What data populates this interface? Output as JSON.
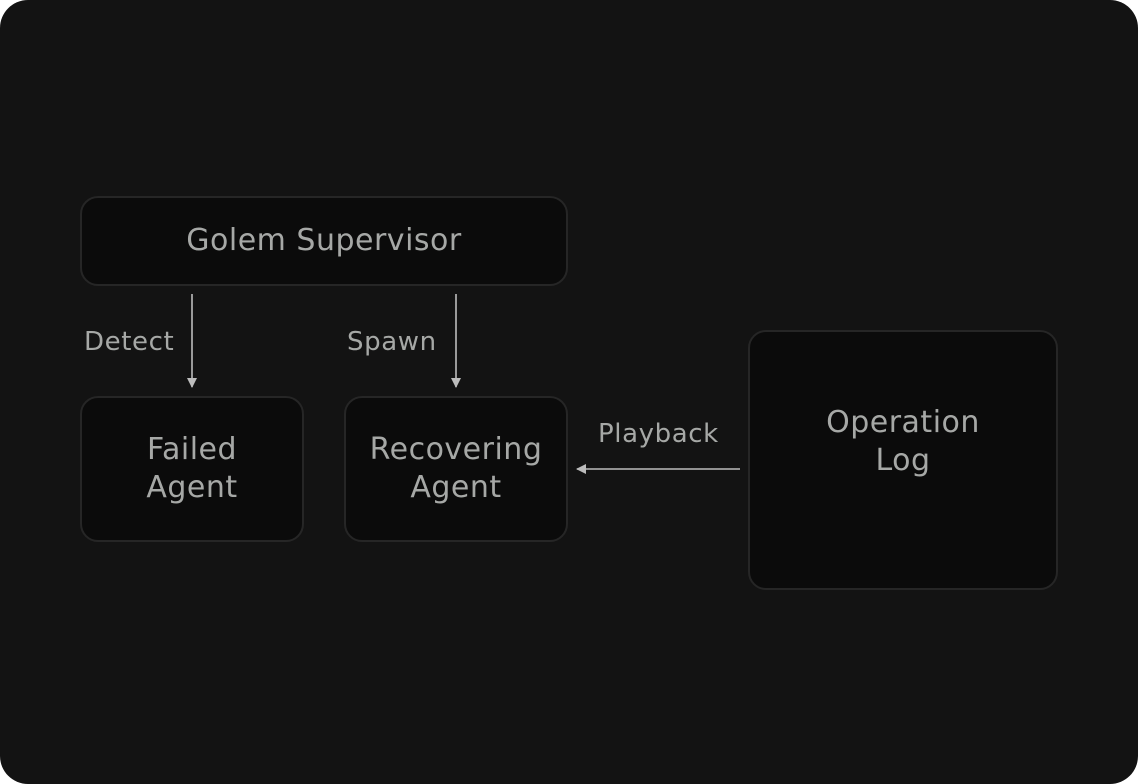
{
  "nodes": {
    "supervisor": "Golem Supervisor",
    "failed_agent": "Failed\nAgent",
    "recovering_agent": "Recovering\nAgent",
    "operation_log": "Operation\nLog"
  },
  "edges": {
    "detect": "Detect",
    "spawn": "Spawn",
    "playback": "Playback"
  },
  "colors": {
    "background": "#131313",
    "node_fill": "#0b0b0b",
    "node_border": "#262626",
    "text": "#a6a8a6",
    "arrow": "#bcbcbc"
  }
}
